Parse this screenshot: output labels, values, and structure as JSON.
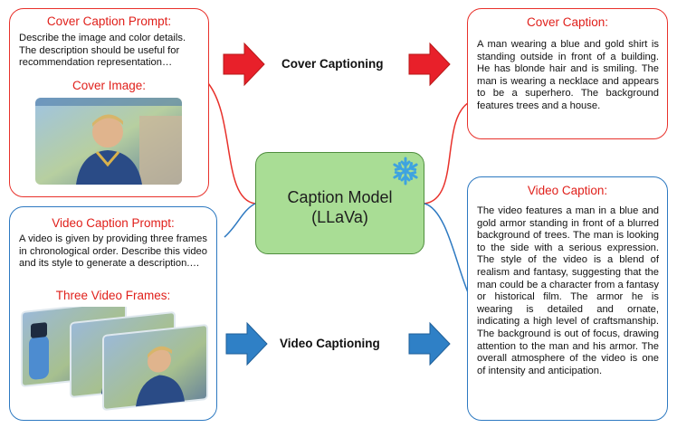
{
  "cover_prompt": {
    "title": "Cover Caption Prompt:",
    "text": "Describe the image and color details. The description should be useful for recommendation representation…",
    "image_label": "Cover Image:"
  },
  "video_prompt": {
    "title": "Video Caption Prompt:",
    "text": "A video is given by providing three frames in chronological order. Describe this video and its style to generate a description.…",
    "frames_label": "Three Video Frames:"
  },
  "model": {
    "line1": "Caption Model",
    "line2": "(LLaVa)"
  },
  "steps": {
    "cover": "Cover Captioning",
    "video": "Video Captioning"
  },
  "cover_caption": {
    "title": "Cover Caption:",
    "text": "A man wearing a blue and gold shirt is standing outside in front of a building. He has blonde hair and is smiling. The man is wearing a necklace and appears to be a superhero. The background features trees and a house."
  },
  "video_caption": {
    "title": "Video Caption:",
    "text": "The video features a man in a blue and gold armor standing in front of a blurred background of trees. The man is looking to the side with a serious expression. The style of the video is a blend of realism and fantasy, suggesting that the man could be a character from a fantasy or historical film. The armor he is wearing is detailed and ornate, indicating a high level of craftsmanship. The background is out of focus, drawing attention to the man and his armor. The overall atmosphere of the video is one of intensity and anticipation."
  },
  "colors": {
    "red": "#e8312b",
    "blue": "#2d79c1",
    "model_fill": "#a9dd95"
  }
}
